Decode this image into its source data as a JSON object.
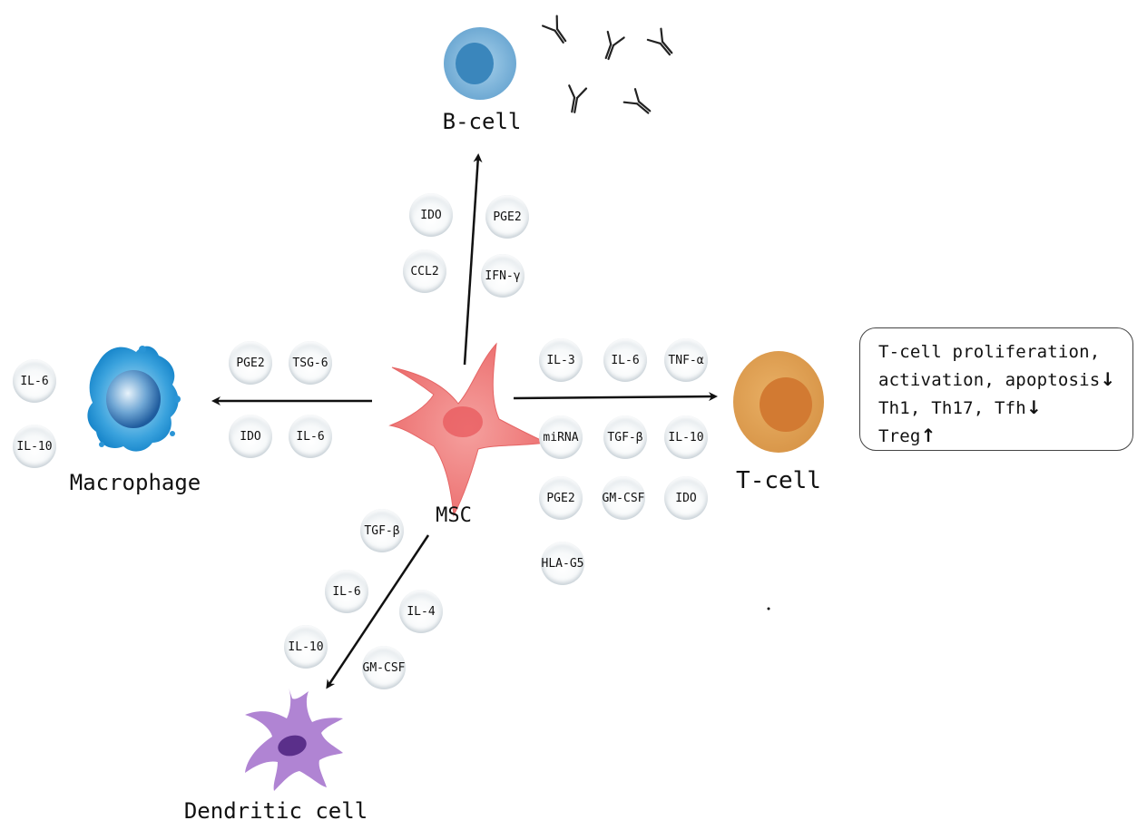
{
  "cells": {
    "b_cell": "B-cell",
    "t_cell": "T-cell",
    "macrophage": "Macrophage",
    "dendritic": "Dendritic cell",
    "msc": "MSC"
  },
  "to_b_cell": [
    "IDO",
    "PGE2",
    "CCL2",
    "IFN-γ"
  ],
  "to_macrophage": [
    "PGE2",
    "TSG-6",
    "IDO",
    "IL-6"
  ],
  "macrophage_outputs": [
    "IL-6",
    "IL-10"
  ],
  "to_t_cell": [
    "IL-3",
    "IL-6",
    "TNF-α",
    "miRNA",
    "TGF-β",
    "IL-10",
    "PGE2",
    "GM-CSF",
    "IDO",
    "HLA-G5"
  ],
  "to_dendritic": [
    "TGF-β",
    "IL-6",
    "IL-4",
    "IL-10",
    "GM-CSF"
  ],
  "t_cell_effects": [
    {
      "text": "T-cell proliferation,",
      "arrow": ""
    },
    {
      "text": "activation, apoptosis",
      "arrow": "down"
    },
    {
      "text": "Th1, Th17, Tfh",
      "arrow": "down"
    },
    {
      "text": "Treg",
      "arrow": "up"
    }
  ],
  "colors": {
    "msc": "#f08080",
    "b_cell": "#7fb6d9",
    "t_cell": "#e0a050",
    "macrophage": "#2a8fd0",
    "dendritic": "#a678c8"
  }
}
